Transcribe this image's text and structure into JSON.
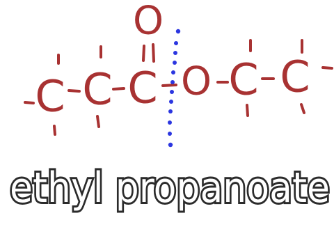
{
  "diagram": {
    "colors": {
      "structure": "#a83232",
      "divider": "#2b36e0",
      "label_fill": "#ffffff",
      "label_outline": "#2b2b2b"
    },
    "atoms": [
      {
        "symbol": "C"
      },
      {
        "symbol": "C"
      },
      {
        "symbol": "C"
      },
      {
        "symbol": "O"
      },
      {
        "symbol": "C"
      },
      {
        "symbol": "C"
      },
      {
        "symbol": "O"
      }
    ],
    "label": "ethyl propanoate"
  }
}
